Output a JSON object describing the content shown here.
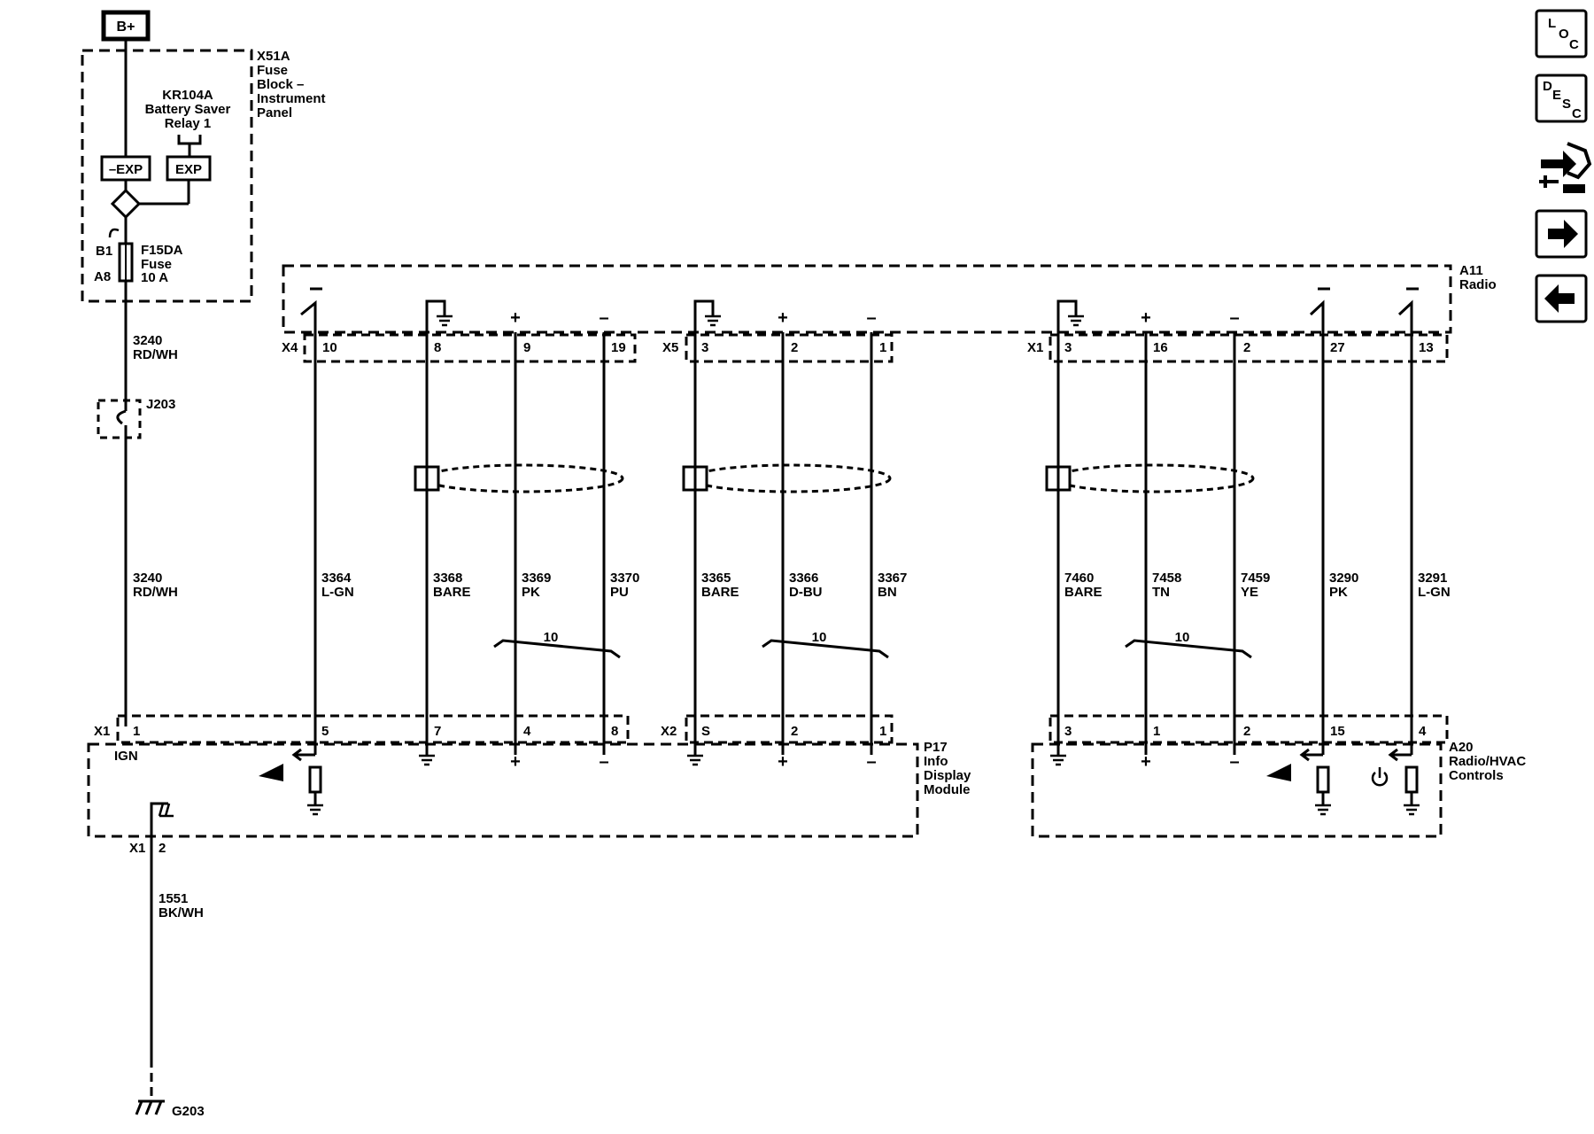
{
  "power": {
    "label": "B+"
  },
  "fuse_block": {
    "id": "X51A",
    "name_lines": [
      "Fuse",
      "Block –",
      "Instrument",
      "Panel"
    ],
    "relay_lines": [
      "KR104A",
      "Battery Saver",
      "Relay 1"
    ],
    "exp_left": "–EXP",
    "exp_right": "EXP",
    "pin_top": "B1",
    "pin_bottom": "A8",
    "fuse_lines": [
      "F15DA",
      "Fuse",
      "10 A"
    ]
  },
  "feed_wire": {
    "circuit": "3240",
    "color": "RD/WH",
    "splice": "J203"
  },
  "radio": {
    "id": "A11",
    "name": "Radio"
  },
  "radio_connectors": {
    "x4": {
      "label": "X4",
      "pins": [
        "10",
        "8",
        "9",
        "19"
      ]
    },
    "x5": {
      "label": "X5",
      "pins": [
        "3",
        "2",
        "1"
      ]
    },
    "x1": {
      "label": "X1",
      "pins": [
        "3",
        "16",
        "2",
        "27",
        "13"
      ]
    }
  },
  "wires": [
    {
      "circuit": "3364",
      "color": "L-GN"
    },
    {
      "circuit": "3368",
      "color": "BARE"
    },
    {
      "circuit": "3369",
      "color": "PK"
    },
    {
      "circuit": "3370",
      "color": "PU"
    },
    {
      "circuit": "3365",
      "color": "BARE"
    },
    {
      "circuit": "3366",
      "color": "D-BU"
    },
    {
      "circuit": "3367",
      "color": "BN"
    },
    {
      "circuit": "7460",
      "color": "BARE"
    },
    {
      "circuit": "7458",
      "color": "TN"
    },
    {
      "circuit": "7459",
      "color": "YE"
    },
    {
      "circuit": "3290",
      "color": "PK"
    },
    {
      "circuit": "3291",
      "color": "L-GN"
    }
  ],
  "twist_label": "10",
  "display_module": {
    "id": "P17",
    "name_lines": [
      "Info",
      "Display",
      "Module"
    ],
    "x1": {
      "label": "X1",
      "pins": [
        "1",
        "5",
        "7",
        "4",
        "8"
      ]
    },
    "x2": {
      "label": "X2",
      "pins": [
        "S",
        "2",
        "1"
      ]
    },
    "ign": "IGN",
    "ground_conn": "X1",
    "ground_pin": "2"
  },
  "hvac": {
    "id": "A20",
    "name_lines": [
      "Radio/HVAC",
      "Controls"
    ],
    "pins": [
      "3",
      "1",
      "2",
      "15",
      "4"
    ]
  },
  "ground_wire": {
    "circuit": "1551",
    "color": "BK/WH",
    "ground": "G203"
  },
  "signs": {
    "plus": "+",
    "minus": "–"
  },
  "side_buttons": {
    "loc": [
      "L",
      "O",
      "C"
    ],
    "desc": [
      "D",
      "E",
      "S",
      "C"
    ]
  }
}
